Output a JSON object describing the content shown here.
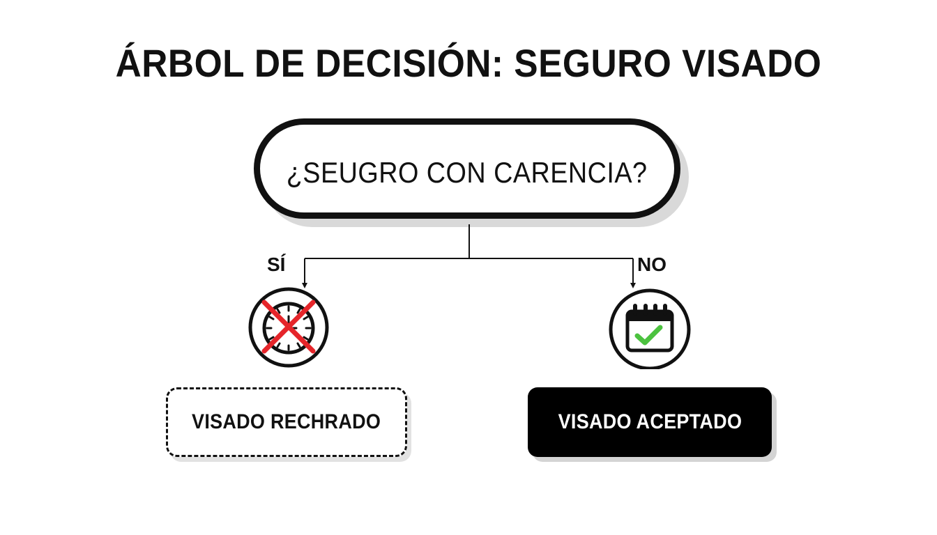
{
  "title": "ÁRBOL DE DECISIÓN: SEGURO VISADO",
  "question": "¿SEUGRO CON CARENCIA?",
  "branches": {
    "yes": {
      "label": "SÍ",
      "icon": "crossed-clock-icon",
      "result": "VISADO RECHRADO",
      "accent": "#e5252a"
    },
    "no": {
      "label": "NO",
      "icon": "calendar-check-icon",
      "result": "VISADO ACEPTADO",
      "accent": "#4cc23f"
    }
  }
}
